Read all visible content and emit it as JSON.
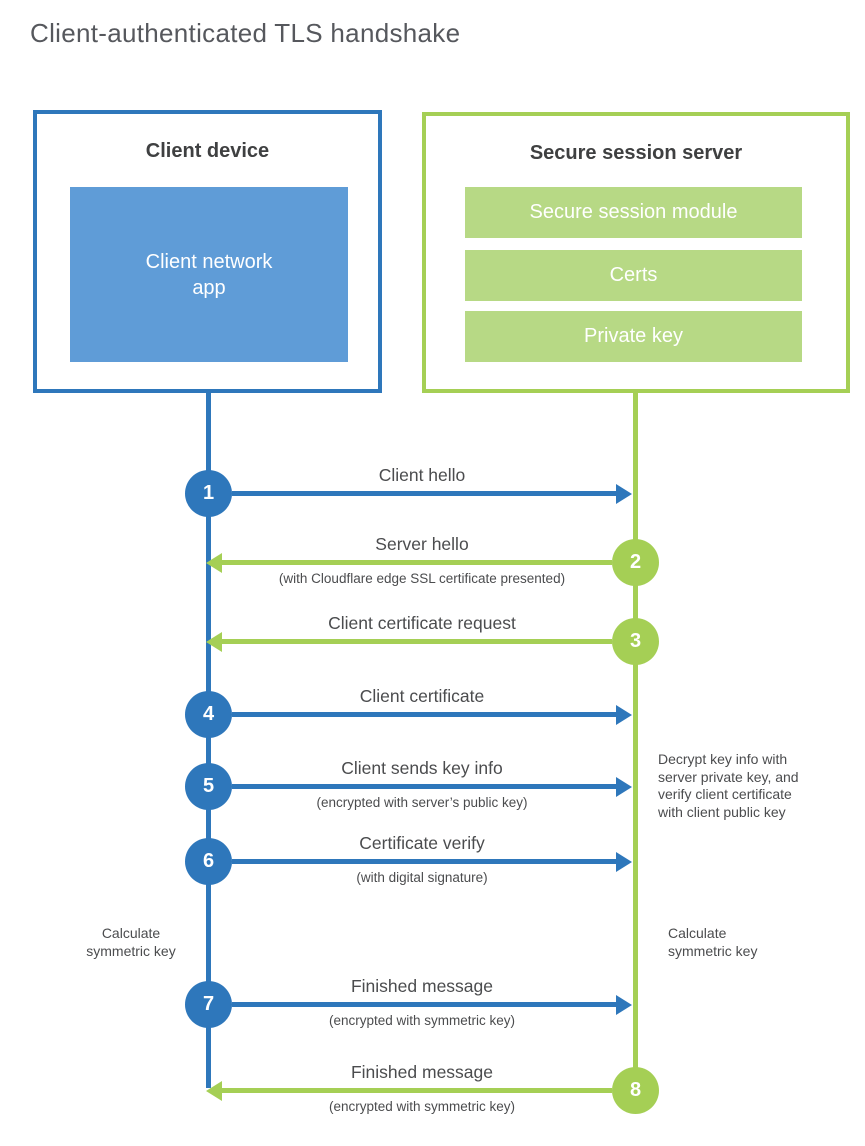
{
  "title": "Client-authenticated TLS handshake",
  "client_box": {
    "title": "Client device",
    "app_label": "Client network app"
  },
  "server_box": {
    "title": "Secure session server",
    "modules": [
      "Secure session module",
      "Certs",
      "Private key"
    ]
  },
  "colors": {
    "blue": "#2e77bb",
    "blue_fill": "#5f9cd7",
    "green": "#a5cf55",
    "green_fill": "#b7d985"
  },
  "steps": [
    {
      "num": "1",
      "from": "client",
      "label": "Client hello",
      "sublabel": ""
    },
    {
      "num": "2",
      "from": "server",
      "label": "Server hello",
      "sublabel": "(with Cloudflare edge SSL certificate presented)"
    },
    {
      "num": "3",
      "from": "server",
      "label": "Client certificate request",
      "sublabel": ""
    },
    {
      "num": "4",
      "from": "client",
      "label": "Client certificate",
      "sublabel": ""
    },
    {
      "num": "5",
      "from": "client",
      "label": "Client sends key info",
      "sublabel": "(encrypted with server’s public key)"
    },
    {
      "num": "6",
      "from": "client",
      "label": "Certificate verify",
      "sublabel": "(with digital signature)"
    },
    {
      "num": "7",
      "from": "client",
      "label": "Finished message",
      "sublabel": "(encrypted with symmetric key)"
    },
    {
      "num": "8",
      "from": "server",
      "label": "Finished message",
      "sublabel": "(encrypted with symmetric key)"
    }
  ],
  "notes": {
    "decrypt": "Decrypt key info with server private key, and verify client certificate with client public key",
    "calc_left": "Calculate symmetric key",
    "calc_right": "Calculate symmetric key"
  }
}
